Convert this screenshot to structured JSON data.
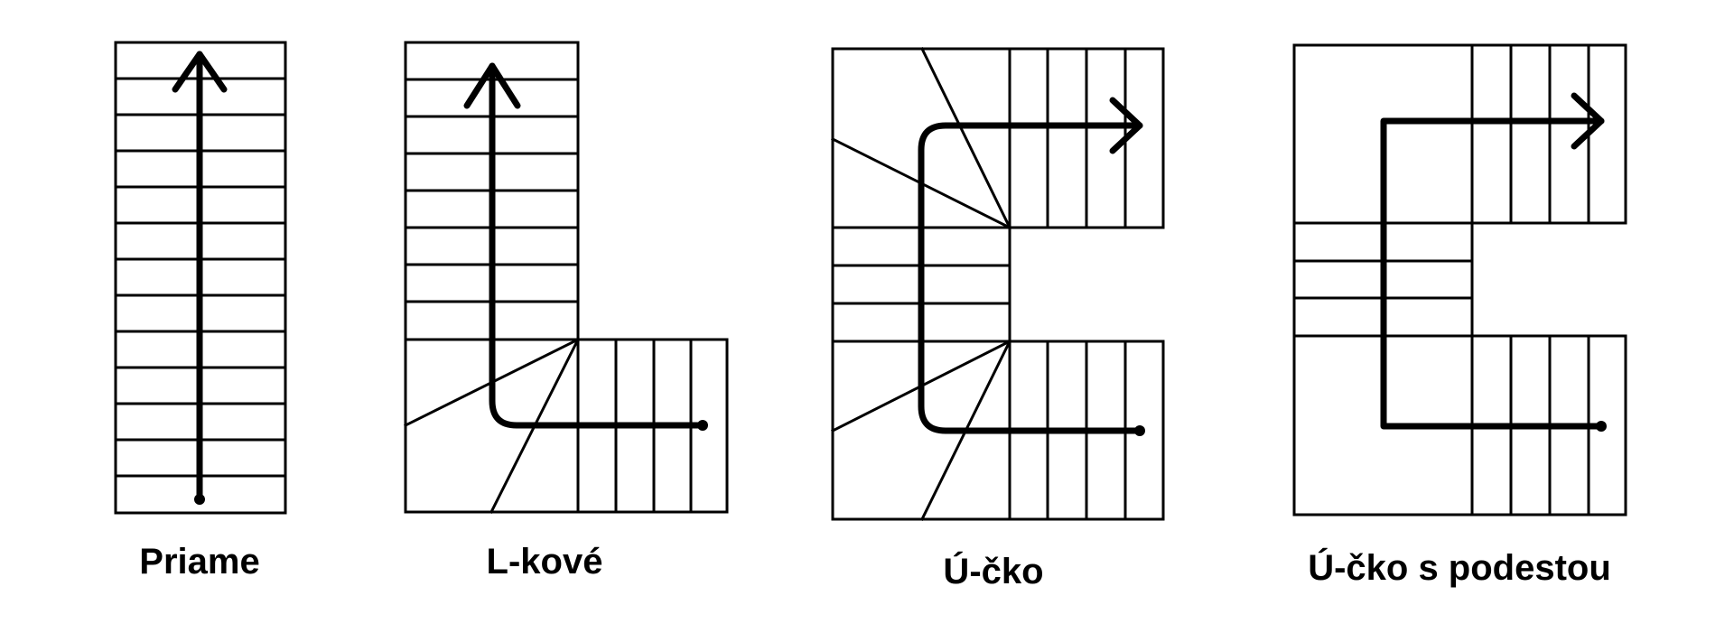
{
  "diagram": {
    "captions": {
      "straight": "Priame",
      "l_shaped": "L-kové",
      "u_shaped": "Ú-čko",
      "u_landing": "Ú-čko s podestou"
    },
    "colors": {
      "line": "#000000",
      "background": "#ffffff"
    }
  }
}
